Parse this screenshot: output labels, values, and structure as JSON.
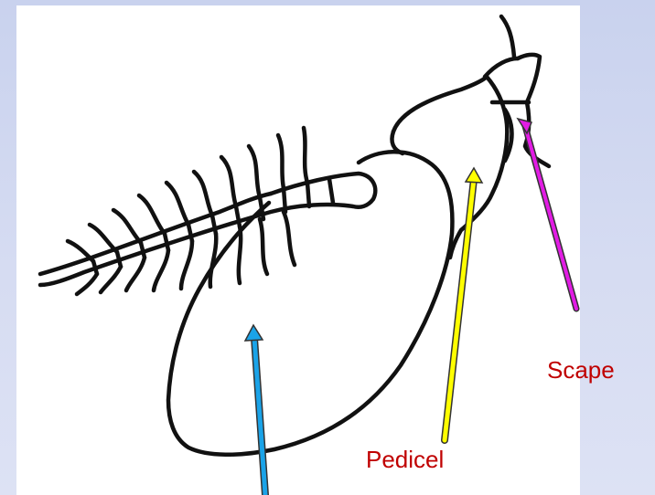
{
  "labels": {
    "scape": "Scape",
    "pedicel": "Pedicel"
  },
  "colors": {
    "label_text": "#c00000",
    "scape_arrow": "#e21ce4",
    "pedicel_arrow": "#ffff00",
    "flagellum_arrow": "#1aa3e8",
    "drawing_ink": "#111111",
    "background": "#d0d8f0",
    "image_background": "#ffffff"
  },
  "icons": {
    "drawing": "antenna-line-drawing"
  }
}
